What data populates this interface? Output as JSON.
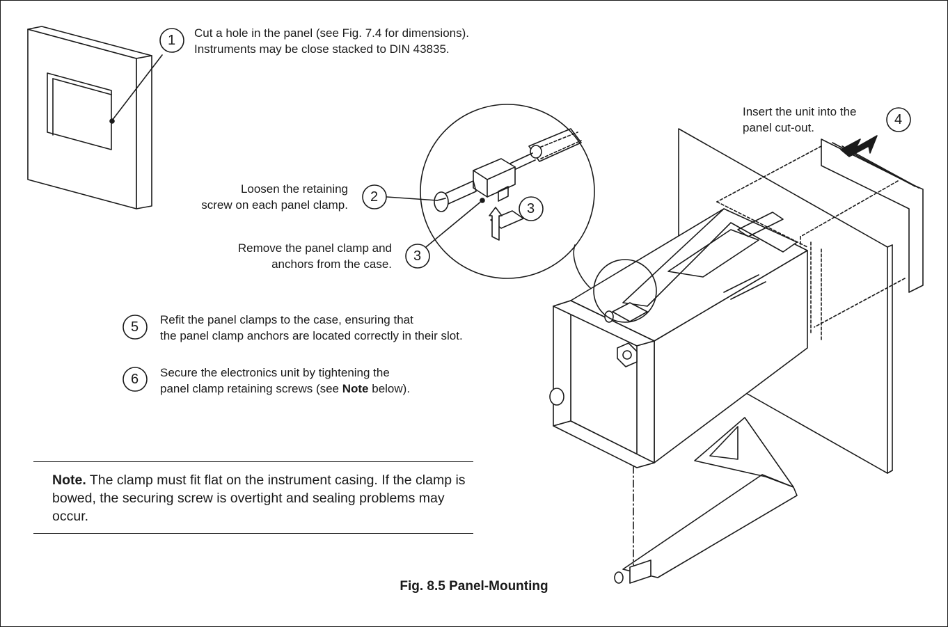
{
  "steps": {
    "s1": {
      "num": "1",
      "line1": "Cut a hole in the panel (see Fig. 7.4 for dimensions).",
      "line2": "Instruments may be close stacked to DIN 43835."
    },
    "s2": {
      "num": "2",
      "line1": "Loosen the retaining",
      "line2": "screw on each panel clamp."
    },
    "s3": {
      "num": "3",
      "line1": "Remove the panel clamp and",
      "line2": "anchors from the case."
    },
    "s3b": {
      "num": "3"
    },
    "s4": {
      "num": "4",
      "line1": "Insert the unit into the",
      "line2": "panel cut-out."
    },
    "s5": {
      "num": "5",
      "line1": "Refit the panel clamps to the case, ensuring that",
      "line2": "the panel clamp anchors are located correctly in their slot."
    },
    "s6": {
      "num": "6",
      "line1": "Secure the electronics unit by tightening the",
      "line2_prefix": "panel clamp retaining screws (see ",
      "line2_bold": "Note",
      "line2_suffix": " below)."
    }
  },
  "note": {
    "label": "Note.",
    "text": " The clamp must fit flat on the instrument casing. If the clamp is bowed, the securing screw is overtight and sealing problems may occur."
  },
  "caption": "Fig. 8.5 Panel-Mounting"
}
